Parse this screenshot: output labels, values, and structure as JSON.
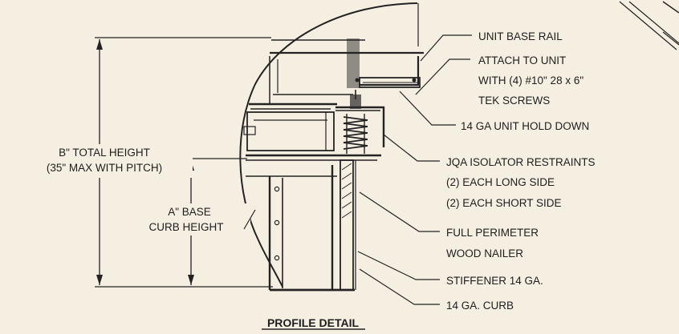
{
  "diagram": {
    "title": "PROFILE DETAIL",
    "dimensions": {
      "total_height": [
        "B\" TOTAL HEIGHT",
        "(35\" MAX WITH PITCH)"
      ],
      "base_curb_height": [
        "A\" BASE",
        "CURB HEIGHT"
      ]
    },
    "callouts": [
      [
        "UNIT BASE RAIL"
      ],
      [
        "ATTACH TO UNIT",
        "WITH (4) #10\" 28 x 6\"",
        "TEK SCREWS"
      ],
      [
        "14 GA UNIT HOLD DOWN"
      ],
      [
        "JQA ISOLATOR RESTRAINTS",
        "(2) EACH LONG SIDE",
        "(2) EACH SHORT SIDE"
      ],
      [
        "FULL PERIMETER",
        "WOOD NAILER"
      ],
      [
        "STIFFENER 14 GA."
      ],
      [
        "14 GA. CURB"
      ]
    ]
  }
}
